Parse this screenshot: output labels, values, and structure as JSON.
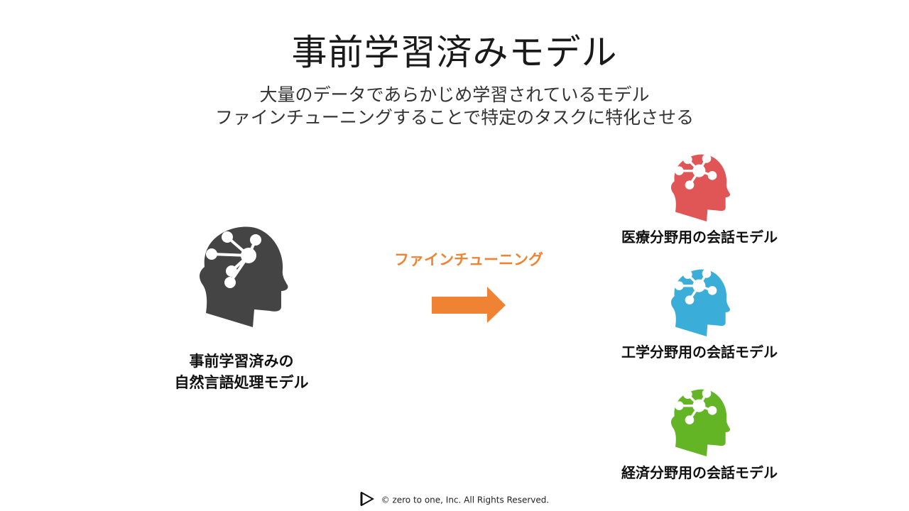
{
  "slide": {
    "title": "事前学習済みモデル",
    "subtitle_line1": "大量のデータであらかじめ学習されているモデル",
    "subtitle_line2": "ファインチューニングすることで特定のタスクに特化させる"
  },
  "source_model": {
    "label_line1": "事前学習済みの",
    "label_line2": "自然言語処理モデル",
    "icon": "brain-network-head-icon",
    "color": "#444444"
  },
  "process": {
    "label": "ファインチューニング",
    "color": "#ef8233",
    "icon": "arrow-right-icon"
  },
  "models": [
    {
      "label": "医療分野用の会話モデル",
      "color": "#e05656",
      "icon": "brain-network-head-icon"
    },
    {
      "label": "工学分野用の会話モデル",
      "color": "#3aadd8",
      "icon": "brain-network-head-icon"
    },
    {
      "label": "経済分野用の会話モデル",
      "color": "#63b526",
      "icon": "brain-network-head-icon"
    }
  ],
  "footer": {
    "copyright": "©  zero to one, Inc. All Rights Reserved.",
    "logo_icon": "play-triangle-logo-icon"
  }
}
